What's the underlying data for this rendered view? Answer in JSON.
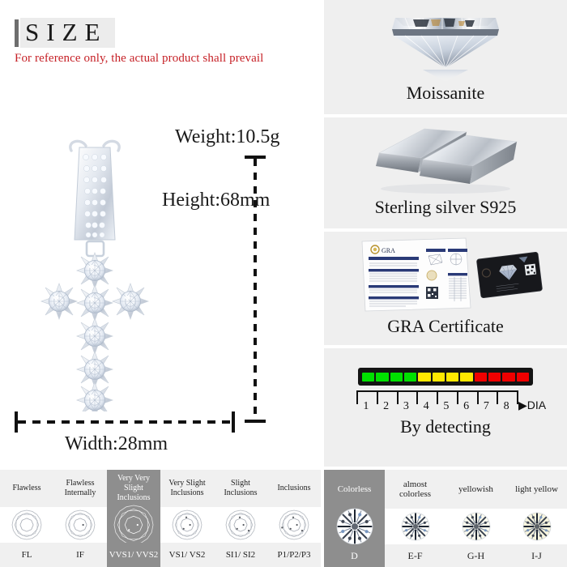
{
  "size_section": {
    "title": "SIZE",
    "subtitle": "For reference only, the actual product shall prevail",
    "weight": "Weight:10.5g",
    "height": "Height:68mm",
    "width": "Width:28mm"
  },
  "feature_panels": [
    {
      "caption": "Moissanite",
      "icon": "diamond-gem-icon"
    },
    {
      "caption": "Sterling silver S925",
      "icon": "silver-bars-icon"
    },
    {
      "caption": "GRA Certificate",
      "icon": "certificate-icon"
    },
    {
      "caption": "By detecting",
      "icon": "diamond-tester-icon"
    }
  ],
  "detector": {
    "segments": [
      "#00e000",
      "#00e000",
      "#00e000",
      "#00e000",
      "#ffe800",
      "#ffe800",
      "#ffe800",
      "#ffe800",
      "#f00000",
      "#f00000",
      "#f00000",
      "#f00000"
    ],
    "scale_numbers": [
      "1",
      "2",
      "3",
      "4",
      "5",
      "6",
      "7",
      "8"
    ],
    "dia_label": "▶DIA"
  },
  "clarity_scale": {
    "columns": [
      {
        "name": "Flawless",
        "code": "FL",
        "highlighted": false
      },
      {
        "name": "Flawless Internally",
        "code": "IF",
        "highlighted": false
      },
      {
        "name": "Very Very Slight Inclusions",
        "code": "VVS1/ VVS2",
        "highlighted": true
      },
      {
        "name": "Very Slight Inclusions",
        "code": "VS1/ VS2",
        "highlighted": false
      },
      {
        "name": "Slight Inclusions",
        "code": "SI1/ SI2",
        "highlighted": false
      },
      {
        "name": "Inclusions",
        "code": "P1/P2/P3",
        "highlighted": false
      }
    ]
  },
  "color_scale": {
    "columns": [
      {
        "name": "Colorless",
        "code": "D",
        "highlighted": true,
        "tint": "#ffffff"
      },
      {
        "name": "almost colorless",
        "code": "E-F",
        "highlighted": false,
        "tint": "#fdfdf8"
      },
      {
        "name": "yellowish",
        "code": "G-H",
        "highlighted": false,
        "tint": "#fcfbee"
      },
      {
        "name": "light yellow",
        "code": "I-J",
        "highlighted": false,
        "tint": "#f8f5dd"
      }
    ]
  },
  "colors": {
    "panel_bg": "#efefef",
    "highlight_bg": "#8e8e8e",
    "accent_red": "#c62127",
    "title_bg": "#ececec"
  }
}
